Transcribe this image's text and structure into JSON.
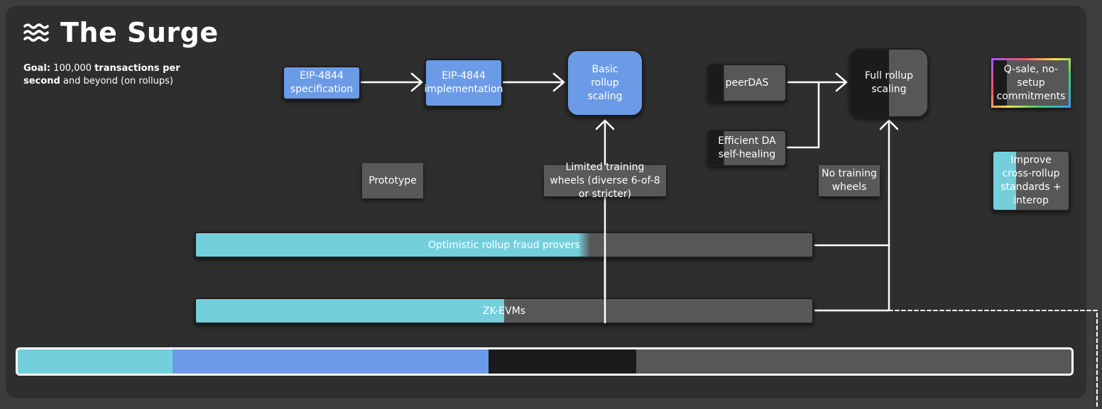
{
  "header": {
    "title": "The Surge",
    "icon": "waves-icon",
    "goal_label": "Goal:",
    "goal_value": "100,000",
    "goal_emph": "transactions per second",
    "goal_rest": "and beyond (on rollups)"
  },
  "nodes": {
    "eip4844_spec": "EIP-4844 specification",
    "eip4844_impl": "EIP-4844 implementation",
    "basic_rollup": "Basic rollup scaling",
    "peerdas": "peerDAS",
    "efficient_da": "Efficient DA self-healing",
    "full_rollup": "Full rollup scaling",
    "qsafe": "Q-sale, no-setup commitments",
    "cross_rollup": "Improve cross-rollup standards + interop"
  },
  "labels": {
    "prototype": "Prototype",
    "limited_wheels": "Limited training wheels (diverse 6-of-8 or stricter)",
    "no_wheels": "No training wheels"
  },
  "bars": {
    "optimistic": {
      "label": "Optimistic rollup fraud provers",
      "progress": 0.62
    },
    "zkevm": {
      "label": "ZK-EVMs",
      "progress": 0.5
    }
  },
  "legend": {
    "segments": [
      {
        "color": "#74cfdd",
        "fraction": 0.147
      },
      {
        "color": "#6b9be6",
        "fraction": 0.3
      },
      {
        "color": "#1c1b1c",
        "fraction": 0.14
      },
      {
        "color": "#575757",
        "fraction": 0.413
      }
    ]
  },
  "colors": {
    "cyan": "#74cfdd",
    "blue": "#6b9be6",
    "black": "#1c1b1c",
    "gray": "#575757",
    "background": "#2e2e2e"
  }
}
